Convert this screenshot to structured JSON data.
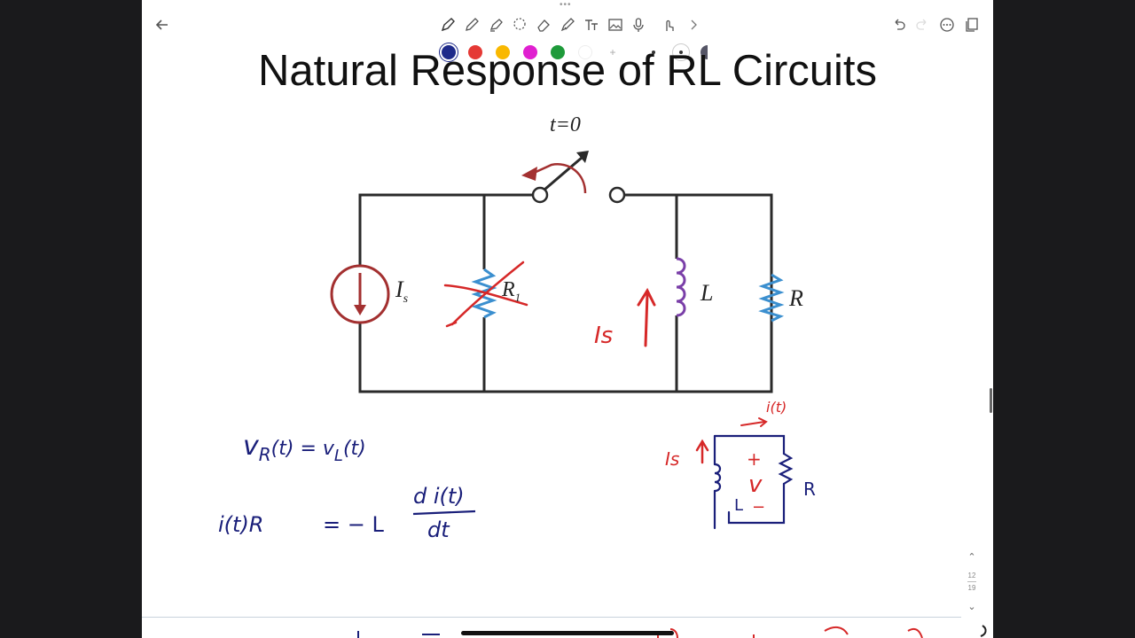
{
  "document": {
    "title": "Natural Response of RL Circuits"
  },
  "circuit": {
    "switch_label": "t=0",
    "source_label": "I",
    "source_subscript": "s",
    "resistor1_label": "R",
    "resistor1_subscript": "1",
    "inductor_label": "L",
    "resistor2_label": "R"
  },
  "annotations": {
    "current_note": "Is",
    "eq1_left": "v",
    "eq1_left_sub": "R",
    "eq1_mid": "(t) = v",
    "eq1_right_sub": "L",
    "eq1_end": "(t)",
    "eq2_left": "i(t)R",
    "eq2_mid": "= − L",
    "eq2_num": "d i(t)",
    "eq2_den": "dt",
    "small_current": "i(t)",
    "small_is": "Is",
    "small_plus": "+",
    "small_v": "v",
    "small_minus": "−",
    "small_L": "L",
    "small_R": "R"
  },
  "side_nav": {
    "current_page": "12",
    "total_pages": "19"
  },
  "colors": {
    "pen_palette": [
      "#1e2a8a",
      "#e53935",
      "#f9b800",
      "#e020d0",
      "#1e9a3a",
      "#ffffff"
    ],
    "ink_blue": "#1a1f7a",
    "ink_red": "#d62828",
    "circuit_red": "#a33030",
    "resistor_blue": "#3b8fcf",
    "inductor_purple": "#7a3fa8"
  }
}
